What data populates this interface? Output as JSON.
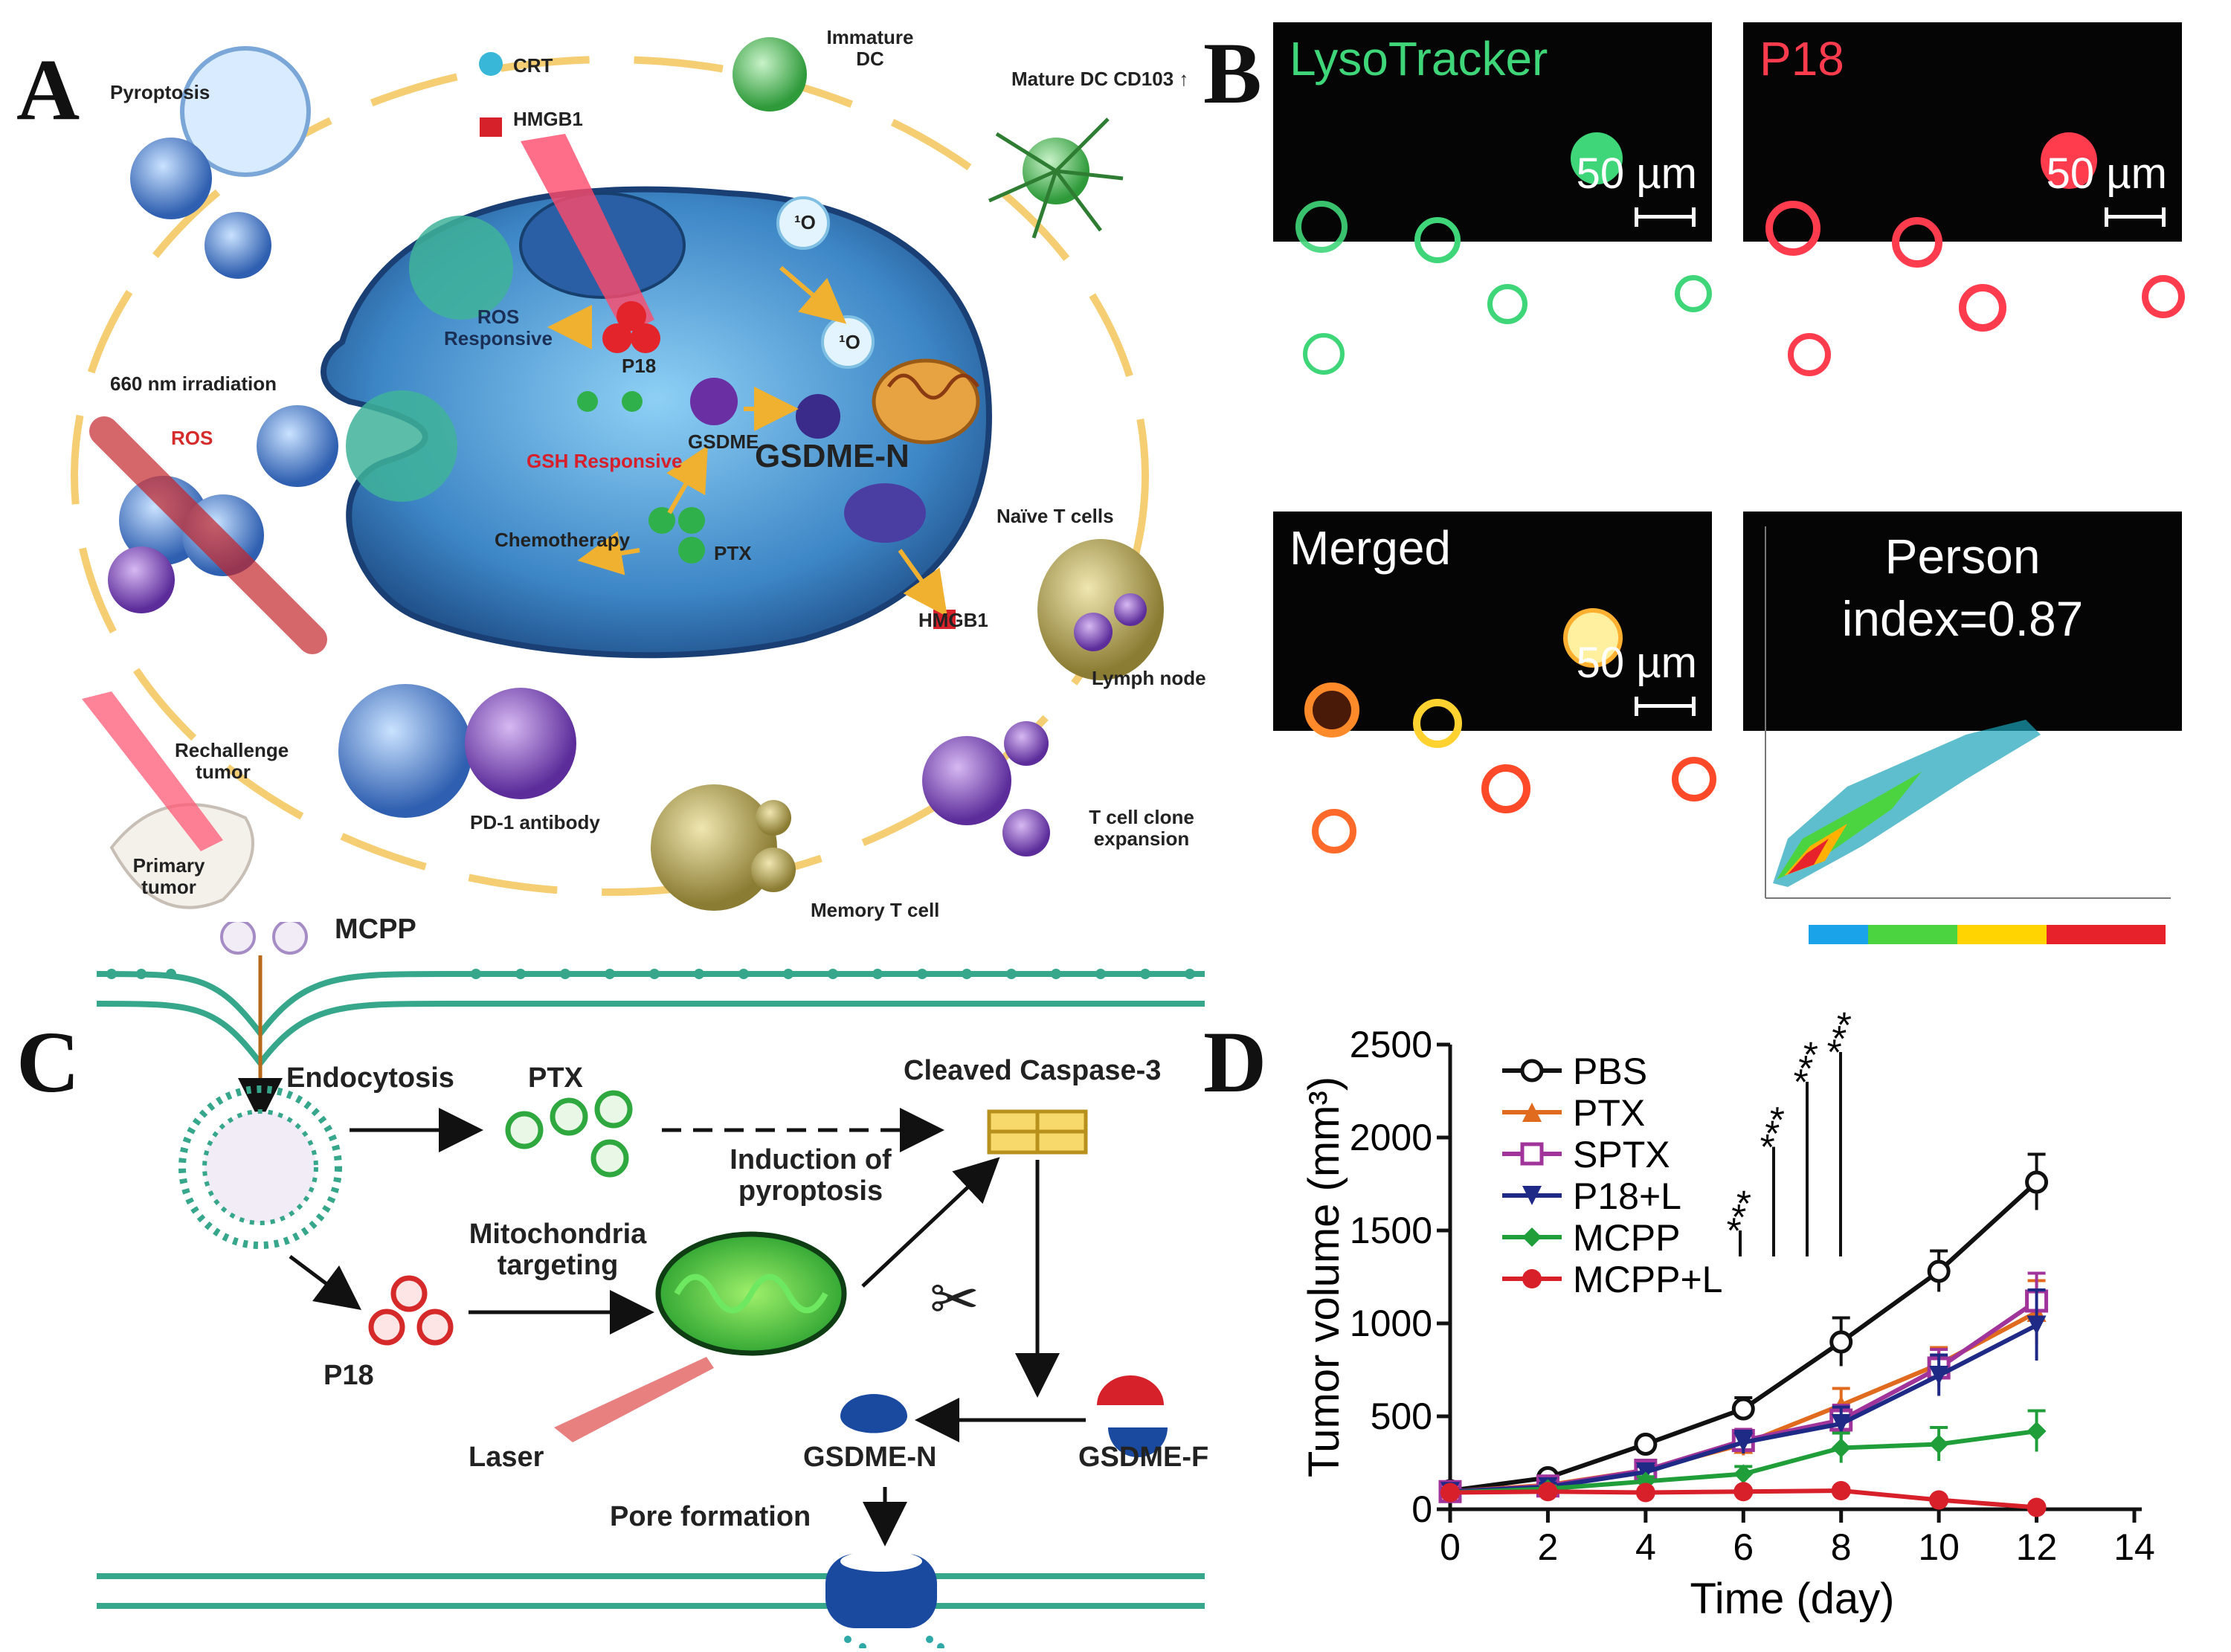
{
  "panels": {
    "a": "A",
    "b": "B",
    "c": "C",
    "d": "D"
  },
  "panel_a": {
    "pyroptosis": "Pyroptosis",
    "crt": "CRT",
    "hmgb1_top": "HMGB1",
    "immature_dc": "Immature DC",
    "mature_dc": "Mature DC CD103",
    "ros_responsive": "ROS Responsive",
    "p18": "P18",
    "irradiation": "660 nm irradiation",
    "ros": "ROS",
    "gsh_responsive": "GSH Responsive",
    "gsdme": "GSDME",
    "gsdme_n": "GSDME-N",
    "chemotherapy": "Chemotherapy",
    "ptx": "PTX",
    "hmgb1_bottom": "HMGB1",
    "o_top": "¹O",
    "o_bottom": "¹O",
    "naive_t": "Naïve T cells",
    "lymph_node": "Lymph node",
    "rechallenge": "Rechallenge tumor",
    "primary": "Primary tumor",
    "pd1": "PD-1 antibody",
    "memory_t": "Memory T cell",
    "t_clone": "T cell clone expansion"
  },
  "panel_b": {
    "lysotracker": "LysoTracker",
    "p18": "P18",
    "merged": "Merged",
    "person_l1": "Person",
    "person_l2": "index=0.87",
    "scale": "50 µm",
    "colors": {
      "green": "#3fd67a",
      "red": "#ff3b4e"
    }
  },
  "panel_c": {
    "mcpp": "MCPP",
    "endocytosis": "Endocytosis",
    "ptx": "PTX",
    "cleaved": "Cleaved Caspase-3",
    "induction": "Induction of pyroptosis",
    "mito_targeting": "Mitochondria targeting",
    "p18": "P18",
    "laser": "Laser",
    "gsdme_n": "GSDME-N",
    "gsdme_f": "GSDME-F",
    "pore": "Pore formation"
  },
  "chart_data": {
    "type": "line",
    "xlabel": "Time (day)",
    "ylabel": "Tumor volume (mm³)",
    "xlim": [
      0,
      14
    ],
    "ylim": [
      0,
      2500
    ],
    "xticks": [
      0,
      2,
      4,
      6,
      8,
      10,
      12,
      14
    ],
    "yticks": [
      0,
      500,
      1000,
      1500,
      2000,
      2500
    ],
    "legend_position": "top-left",
    "x": [
      0,
      2,
      4,
      6,
      8,
      10,
      12
    ],
    "series": [
      {
        "name": "PBS",
        "color": "#111111",
        "marker": "open-circle",
        "values": [
          100,
          170,
          350,
          540,
          900,
          1280,
          1760
        ],
        "err": [
          20,
          20,
          25,
          60,
          130,
          110,
          150
        ]
      },
      {
        "name": "PTX",
        "color": "#e06a1d",
        "marker": "triangle-up",
        "values": [
          95,
          130,
          210,
          350,
          560,
          780,
          1060
        ],
        "err": [
          15,
          20,
          30,
          60,
          90,
          90,
          170
        ]
      },
      {
        "name": "SPTX",
        "color": "#a0349a",
        "marker": "open-square",
        "values": [
          95,
          125,
          210,
          370,
          480,
          760,
          1120
        ],
        "err": [
          15,
          20,
          30,
          60,
          80,
          100,
          150
        ]
      },
      {
        "name": "P18+L",
        "color": "#1e2a86",
        "marker": "triangle-down",
        "values": [
          95,
          120,
          200,
          360,
          460,
          720,
          990
        ],
        "err": [
          15,
          20,
          30,
          60,
          90,
          110,
          190
        ]
      },
      {
        "name": "MCPP",
        "color": "#1f9e3a",
        "marker": "diamond",
        "values": [
          90,
          110,
          150,
          190,
          330,
          350,
          420
        ],
        "err": [
          15,
          15,
          25,
          40,
          80,
          90,
          110
        ]
      },
      {
        "name": "MCPP+L",
        "color": "#d8202a",
        "marker": "filled-circle",
        "values": [
          90,
          95,
          90,
          95,
          100,
          50,
          10
        ],
        "err": [
          10,
          10,
          10,
          10,
          15,
          15,
          10
        ]
      }
    ],
    "significance": "***"
  }
}
